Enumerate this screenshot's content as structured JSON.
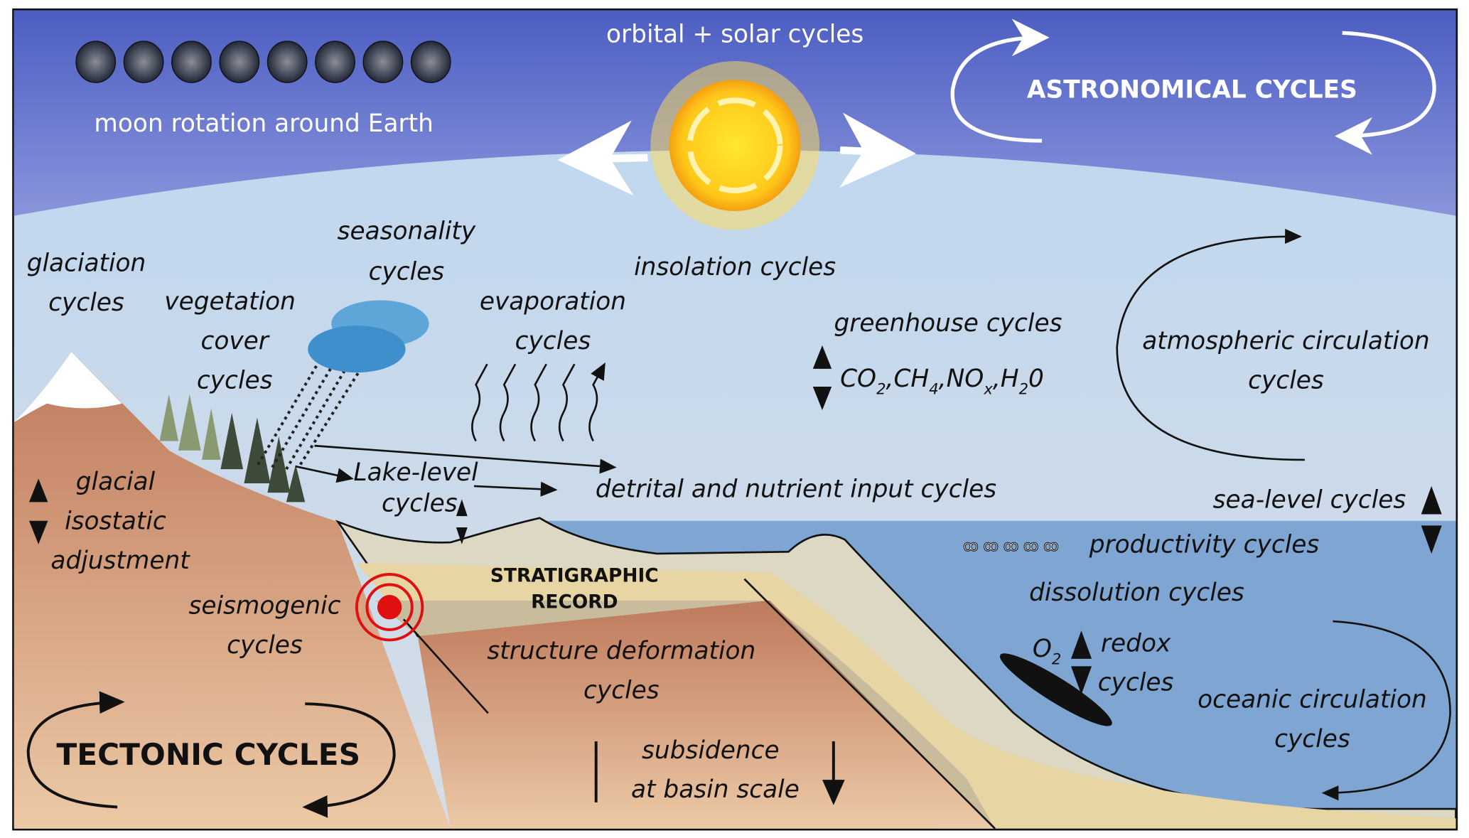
{
  "astronomical": {
    "title": "ASTRONOMICAL CYCLES",
    "orbital": "orbital + solar cycles",
    "moon": "moon rotation around Earth"
  },
  "atmosphere": {
    "seasonality": [
      "seasonality",
      "cycles"
    ],
    "glaciation": [
      "glaciation",
      "cycles"
    ],
    "vegetation": [
      "vegetation",
      "cover",
      "cycles"
    ],
    "insolation": "insolation cycles",
    "evaporation": [
      "evaporation",
      "cycles"
    ],
    "greenhouse": "greenhouse cycles",
    "gases": {
      "co": "CO",
      "co_sub": "2",
      "ch": ",CH",
      "ch_sub": "4",
      "no": ",NO",
      "no_sub": "x",
      "h": ",H",
      "h_sub": "2",
      "o": "0"
    },
    "atmospheric": [
      "atmospheric circulation",
      "cycles"
    ]
  },
  "surface": {
    "lake": [
      "Lake-level",
      "cycles"
    ],
    "detrital": "detrital and nutrient input cycles",
    "sea_level": "sea-level cycles",
    "productivity": "productivity cycles",
    "strat": [
      "STRATIGRAPHIC",
      "RECORD"
    ],
    "dissolution": "dissolution cycles",
    "glacial": [
      "glacial",
      "isostatic",
      "adjustment"
    ],
    "seismo": [
      "seismogenic",
      "cycles"
    ],
    "structure": [
      "structure deformation",
      "cycles"
    ],
    "o2": "O",
    "o2_sub": "2",
    "redox": [
      "redox",
      "cycles"
    ],
    "oceanic": [
      "oceanic circulation",
      "cycles"
    ],
    "tectonic": "TECTONIC CYCLES",
    "subsidence": [
      "subsidence",
      "at basin scale"
    ]
  },
  "colors": {
    "sky_dark": "#5566c6",
    "sky_light": "#c2d8ee",
    "sea": "#7fa6d2",
    "land": "#c98a6c",
    "sun": "#ffd21a"
  }
}
